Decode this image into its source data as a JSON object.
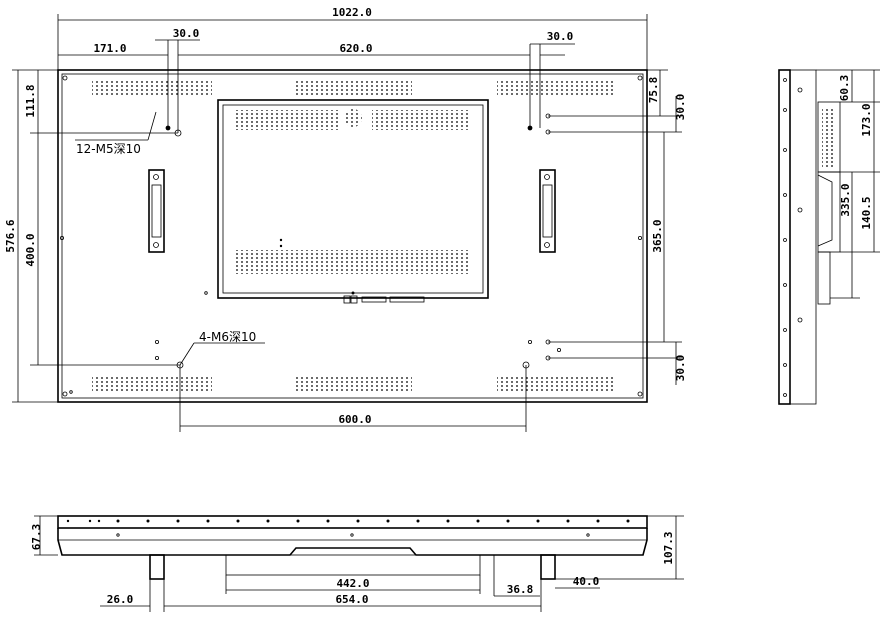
{
  "front_view": {
    "dims": {
      "overall_width": "1022.0",
      "left_offset": "171.0",
      "top_gap_left": "30.0",
      "center_span": "620.0",
      "top_gap_right": "30.0",
      "overall_height": "576.6",
      "top_offset": "111.8",
      "left_vertical": "400.0",
      "right_top": "75.8",
      "right_gap_top": "30.0",
      "right_vertical": "365.0",
      "right_gap_bottom": "30.0",
      "bottom_span": "600.0"
    },
    "notes": {
      "m5_holes": "12-M5深10",
      "m6_holes": "4-M6深10"
    }
  },
  "side_view": {
    "dims": {
      "top_small": "60.3",
      "upper": "173.0",
      "middle": "335.0",
      "lower": "140.5"
    }
  },
  "bottom_view": {
    "dims": {
      "depth_left": "67.3",
      "depth_right": "107.3",
      "bracket_width": "442.0",
      "bracket_gap": "36.8",
      "foot_right": "40.0",
      "foot_left": "26.0",
      "foot_span": "654.0"
    }
  }
}
